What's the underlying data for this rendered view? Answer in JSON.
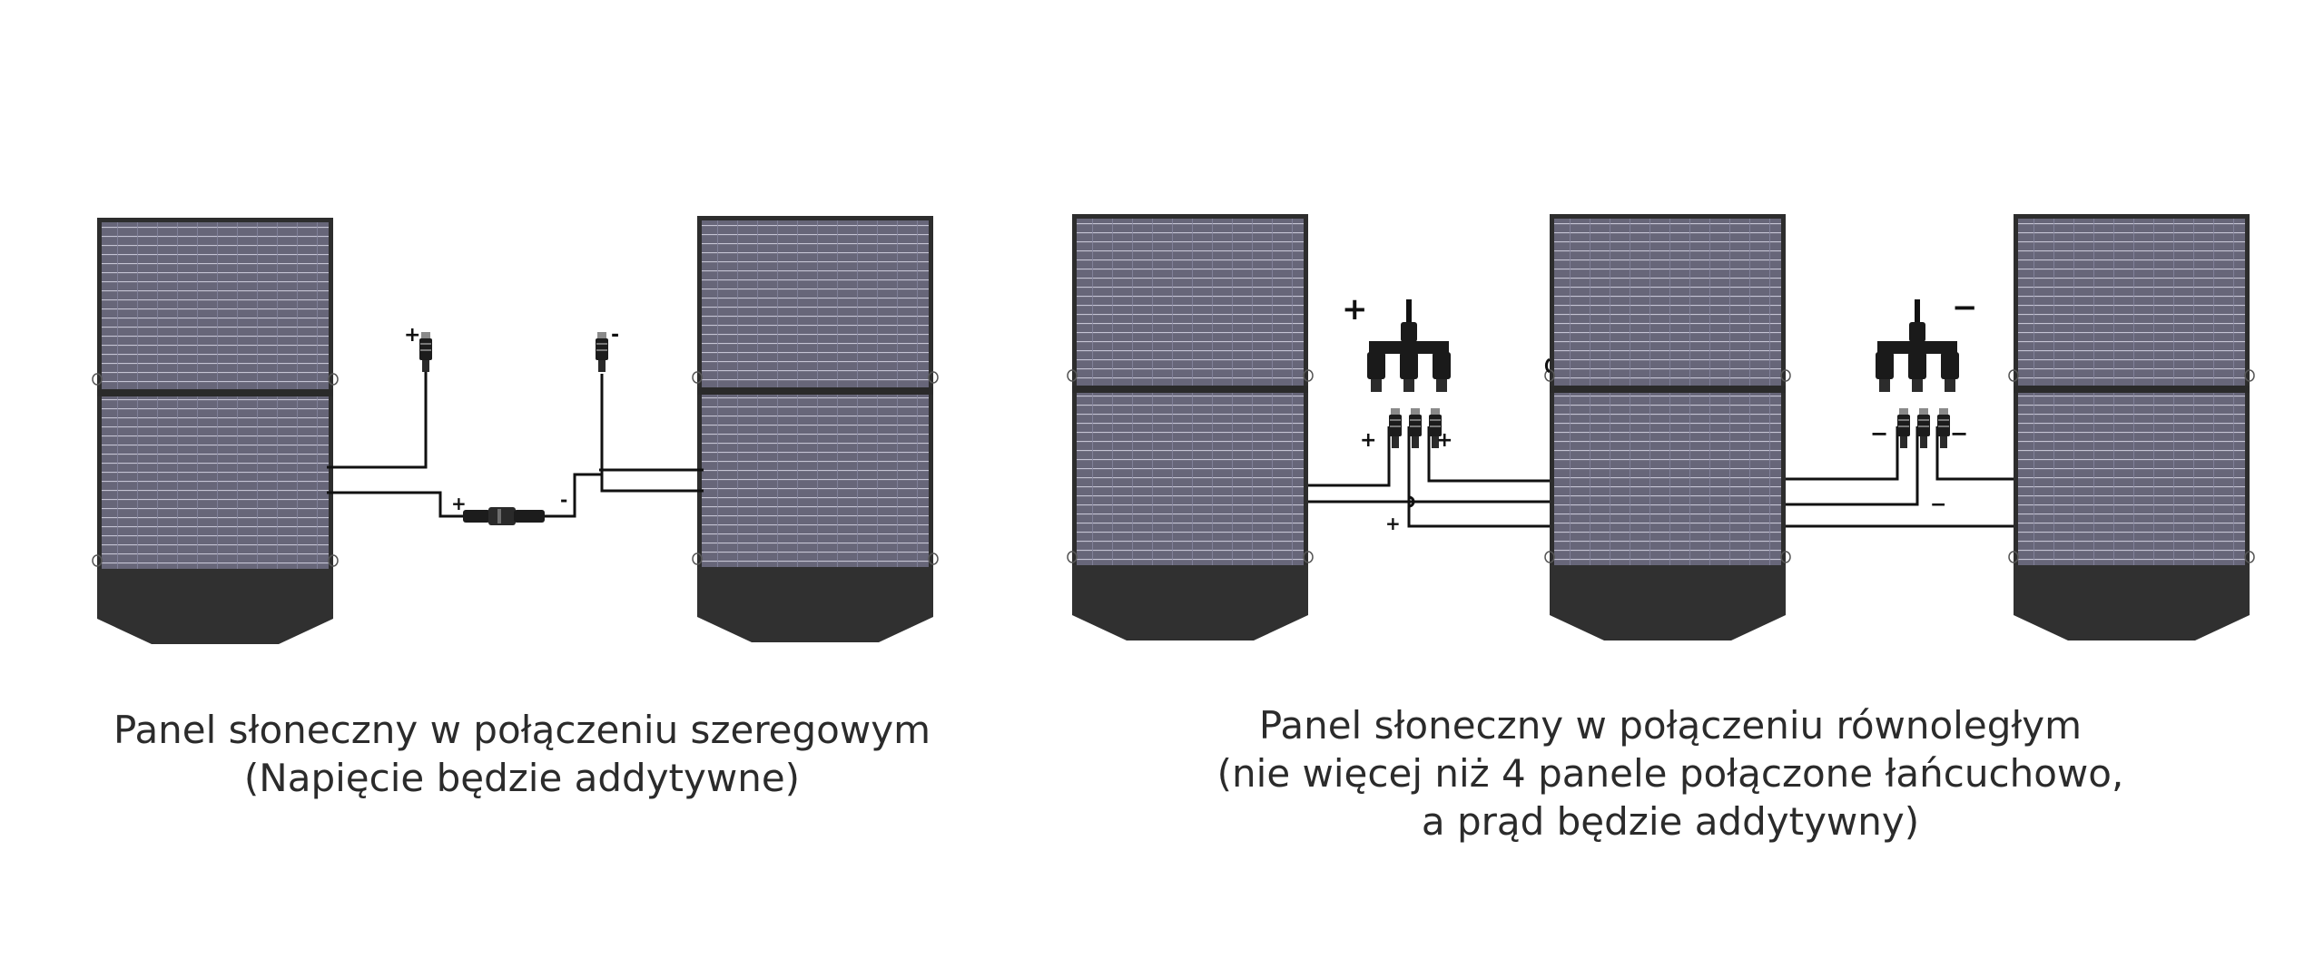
{
  "series": {
    "caption": [
      "Panel słoneczny w połączeniu szeregowym",
      "(Napięcie będzie addytywne)"
    ],
    "polarity": {
      "positive": "+",
      "negative": "-",
      "connector_positive": "+",
      "connector_negative": "-"
    },
    "panels": 2
  },
  "parallel": {
    "caption": [
      "Panel słoneczny w połączeniu równoległym",
      "(nie więcej niż 4 panele połączone łańcuchowo,",
      "a prąd będzie addytywny)"
    ],
    "polarity": {
      "branch_positive": "+",
      "branch_negative": "−",
      "pos_left": "+",
      "pos_right": "+",
      "pos_lower": "+",
      "neg_left": "−",
      "neg_right": "−",
      "neg_lower": "−"
    },
    "panels": 3
  },
  "colors": {
    "cell": "#676679",
    "cell_line": "#c5c4d4",
    "frame": "#2d2d2d",
    "bag": "#303030",
    "wire": "#111111",
    "text": "#2b2b2b"
  }
}
